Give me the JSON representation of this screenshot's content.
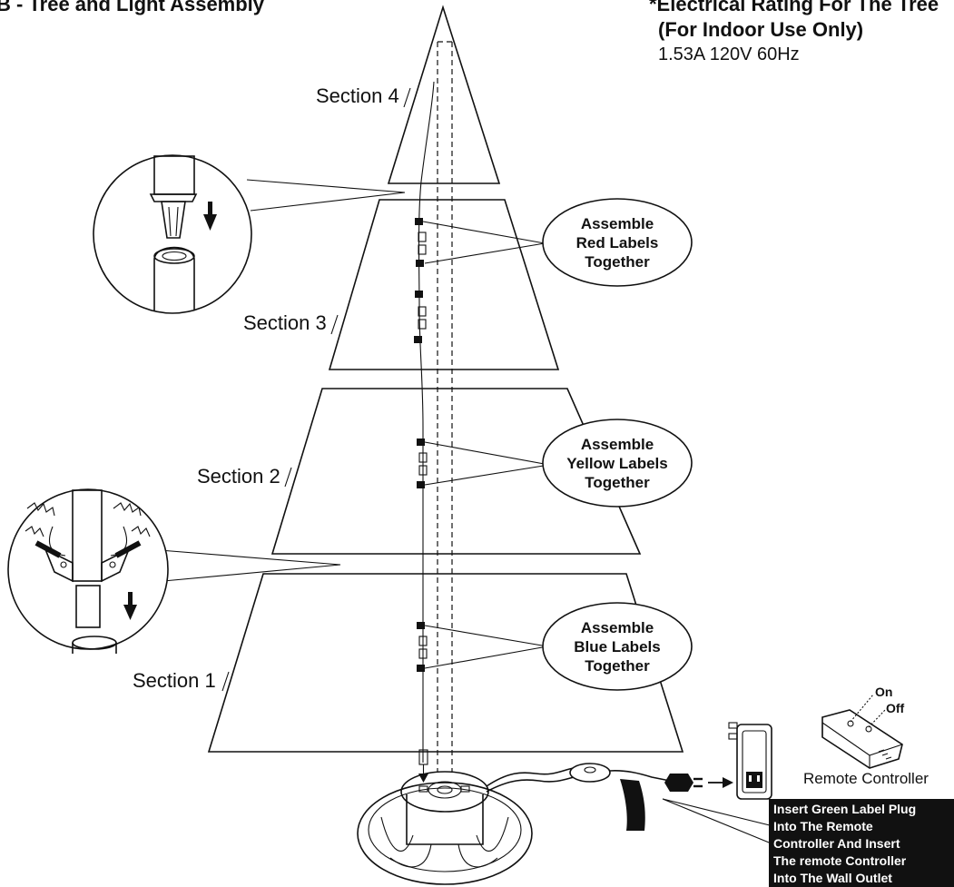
{
  "header": {
    "title": "B - Tree and Light Assembly",
    "rating_line1": "*Electrical Rating For The Tree",
    "rating_line2": "(For Indoor Use Only)",
    "rating_value": "1.53A 120V 60Hz"
  },
  "sections": {
    "s4": "Section 4",
    "s3": "Section 3",
    "s2": "Section 2",
    "s1": "Section 1"
  },
  "bubbles": {
    "red": [
      "Assemble",
      "Red Labels",
      "Together"
    ],
    "yellow": [
      "Assemble",
      "Yellow Labels",
      "Together"
    ],
    "blue": [
      "Assemble",
      "Blue Labels",
      "Together"
    ]
  },
  "remote": {
    "on_label": "On",
    "off_label": "Off",
    "caption": "Remote Controller"
  },
  "instruction": [
    "Insert Green Label Plug",
    "Into The Remote",
    "Controller And Insert",
    "The remote Controller",
    "Into The Wall Outlet"
  ],
  "icons": [
    "down-arrow-icon",
    "right-arrow-icon",
    "plug-icon",
    "remote-controller-icon",
    "wall-adapter-icon",
    "tree-stand-icon"
  ]
}
